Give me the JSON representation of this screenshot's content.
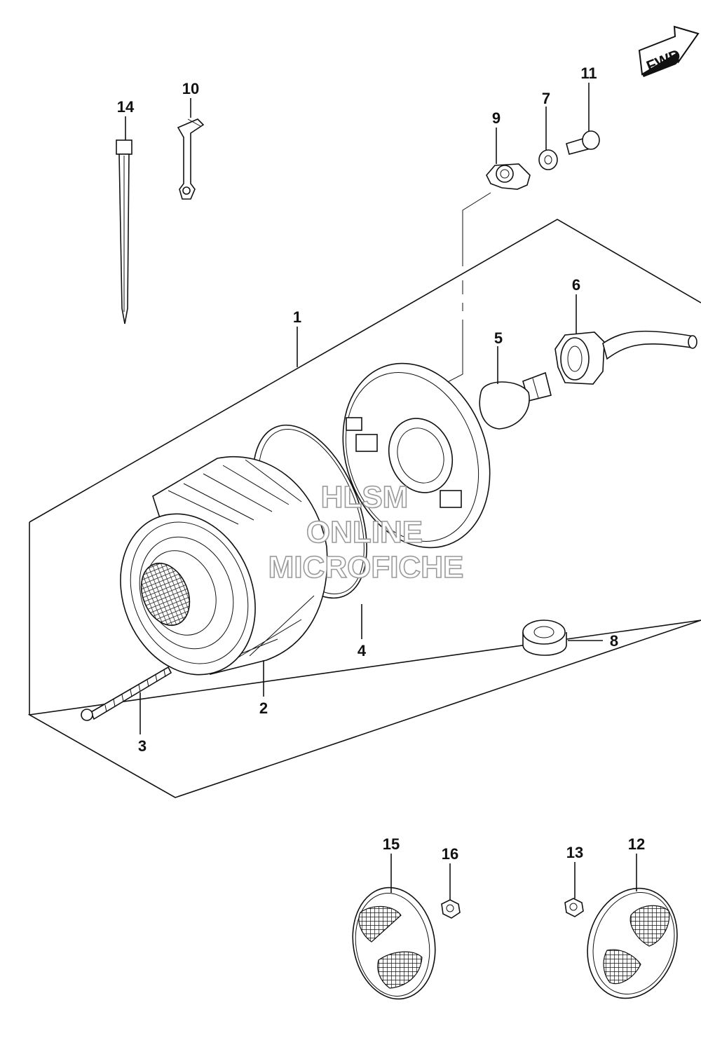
{
  "fwd_label": "FWD",
  "callouts": {
    "c1": "1",
    "c2": "2",
    "c3": "3",
    "c4": "4",
    "c5": "5",
    "c6": "6",
    "c7": "7",
    "c8": "8",
    "c9": "9",
    "c10": "10",
    "c11": "11",
    "c12": "12",
    "c13": "13",
    "c14": "14",
    "c15": "15",
    "c16": "16"
  },
  "watermark": {
    "line1": "HLSM",
    "line2": "ONLINE",
    "line3": "MICROFICHE",
    "color": "#9a9a9a"
  }
}
